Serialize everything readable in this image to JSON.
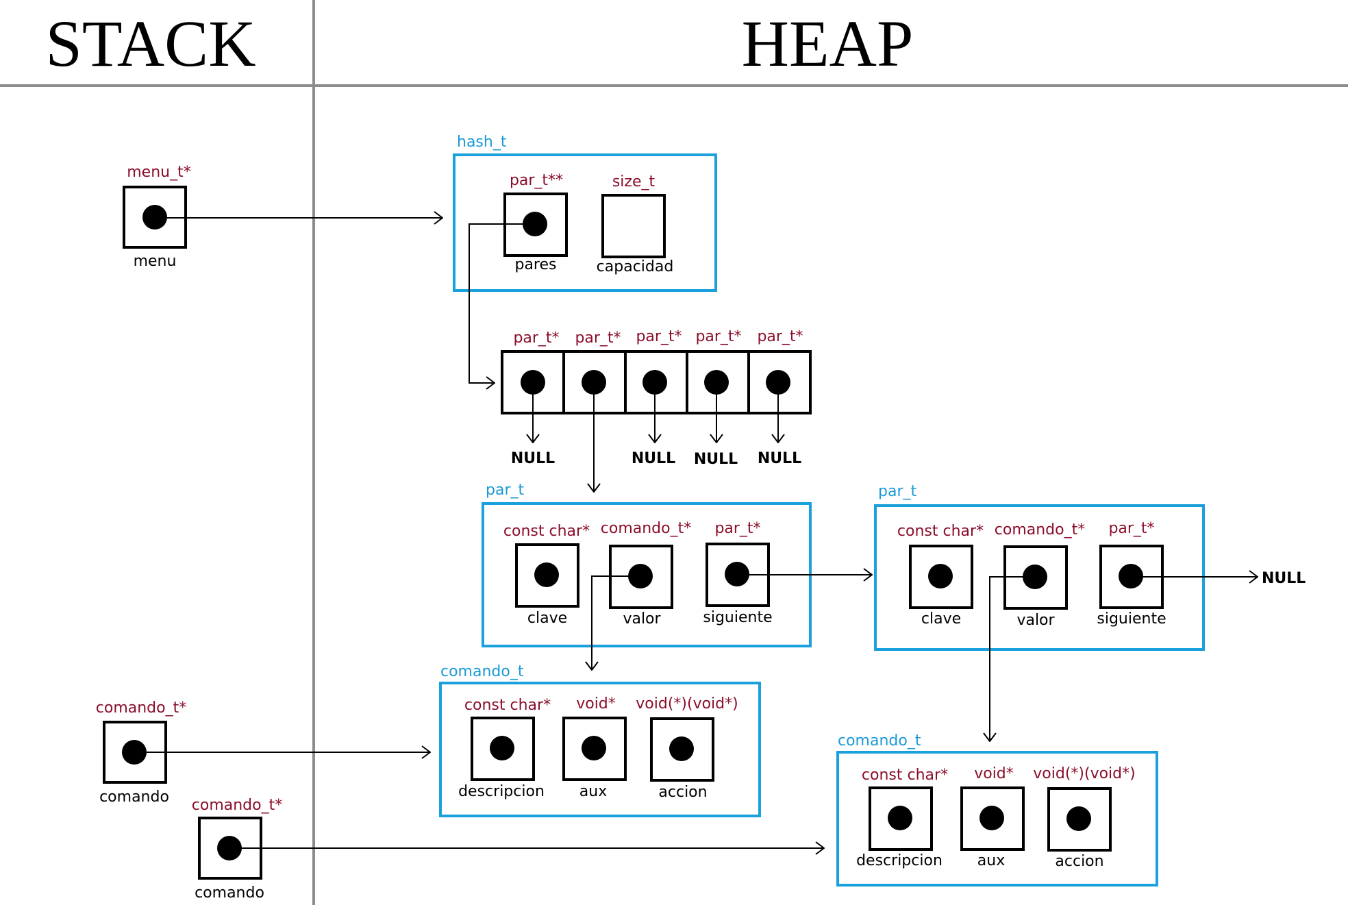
{
  "headers": {
    "stack": "STACK",
    "heap": "HEAP"
  },
  "colors": {
    "type_text": "#8b0e2a",
    "struct_label": "#1a9ad6",
    "struct_border": "#1aa0dc",
    "divider": "#8c8c8c",
    "ink": "#000000"
  },
  "stack": {
    "menu": {
      "type": "menu_t*",
      "name": "menu"
    },
    "comando1": {
      "type": "comando_t*",
      "name": "comando"
    },
    "comando2": {
      "type": "comando_t*",
      "name": "comando"
    }
  },
  "hash": {
    "label": "hash_t",
    "pares": {
      "type": "par_t**",
      "name": "pares"
    },
    "capacidad": {
      "type": "size_t",
      "name": "capacidad"
    }
  },
  "array": {
    "types": [
      "par_t*",
      "par_t*",
      "par_t*",
      "par_t*",
      "par_t*"
    ],
    "nulls": [
      "NULL",
      "NULL",
      "NULL",
      "NULL"
    ]
  },
  "par1": {
    "label": "par_t",
    "clave": {
      "type": "const char*",
      "name": "clave"
    },
    "valor": {
      "type": "comando_t*",
      "name": "valor"
    },
    "siguiente": {
      "type": "par_t*",
      "name": "siguiente"
    }
  },
  "par2": {
    "label": "par_t",
    "clave": {
      "type": "const char*",
      "name": "clave"
    },
    "valor": {
      "type": "comando_t*",
      "name": "valor"
    },
    "siguiente": {
      "type": "par_t*",
      "name": "siguiente"
    },
    "null": "NULL"
  },
  "cmd1": {
    "label": "comando_t",
    "descripcion": {
      "type": "const char*",
      "name": "descripcion"
    },
    "aux": {
      "type": "void*",
      "name": "aux"
    },
    "accion": {
      "type": "void(*)(void*)",
      "name": "accion"
    }
  },
  "cmd2": {
    "label": "comando_t",
    "descripcion": {
      "type": "const char*",
      "name": "descripcion"
    },
    "aux": {
      "type": "void*",
      "name": "aux"
    },
    "accion": {
      "type": "void(*)(void*)",
      "name": "accion"
    }
  }
}
